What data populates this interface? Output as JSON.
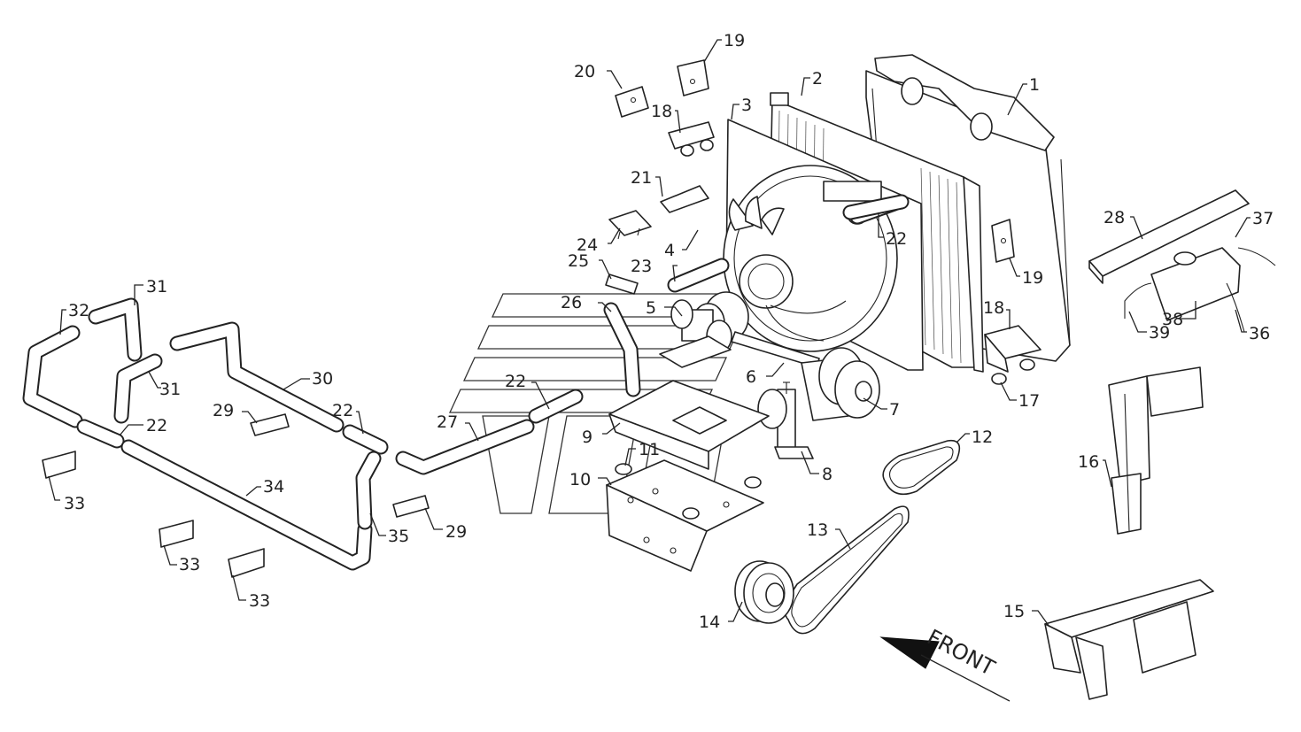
{
  "callouts": [
    {
      "id": "1",
      "label": "1"
    },
    {
      "id": "2",
      "label": "2"
    },
    {
      "id": "3",
      "label": "3"
    },
    {
      "id": "4",
      "label": "4"
    },
    {
      "id": "5",
      "label": "5"
    },
    {
      "id": "6",
      "label": "6"
    },
    {
      "id": "7",
      "label": "7"
    },
    {
      "id": "8",
      "label": "8"
    },
    {
      "id": "9",
      "label": "9"
    },
    {
      "id": "10",
      "label": "10"
    },
    {
      "id": "11",
      "label": "11"
    },
    {
      "id": "12",
      "label": "12"
    },
    {
      "id": "13",
      "label": "13"
    },
    {
      "id": "14",
      "label": "14"
    },
    {
      "id": "15",
      "label": "15"
    },
    {
      "id": "16",
      "label": "16"
    },
    {
      "id": "17",
      "label": "17"
    },
    {
      "id": "18a",
      "label": "18"
    },
    {
      "id": "18b",
      "label": "18"
    },
    {
      "id": "19a",
      "label": "19"
    },
    {
      "id": "19b",
      "label": "19"
    },
    {
      "id": "20",
      "label": "20"
    },
    {
      "id": "21",
      "label": "21"
    },
    {
      "id": "22a",
      "label": "22"
    },
    {
      "id": "22b",
      "label": "22"
    },
    {
      "id": "22c",
      "label": "22"
    },
    {
      "id": "22d",
      "label": "22"
    },
    {
      "id": "23",
      "label": "23"
    },
    {
      "id": "24",
      "label": "24"
    },
    {
      "id": "25",
      "label": "25"
    },
    {
      "id": "26",
      "label": "26"
    },
    {
      "id": "27",
      "label": "27"
    },
    {
      "id": "28",
      "label": "28"
    },
    {
      "id": "29a",
      "label": "29"
    },
    {
      "id": "29b",
      "label": "29"
    },
    {
      "id": "30",
      "label": "30"
    },
    {
      "id": "31a",
      "label": "31"
    },
    {
      "id": "31b",
      "label": "31"
    },
    {
      "id": "32",
      "label": "32"
    },
    {
      "id": "33a",
      "label": "33"
    },
    {
      "id": "33b",
      "label": "33"
    },
    {
      "id": "33c",
      "label": "33"
    },
    {
      "id": "34",
      "label": "34"
    },
    {
      "id": "35",
      "label": "35"
    },
    {
      "id": "36",
      "label": "36"
    },
    {
      "id": "37",
      "label": "37"
    },
    {
      "id": "38",
      "label": "38"
    },
    {
      "id": "39",
      "label": "39"
    }
  ],
  "direction_label": "FRONT"
}
